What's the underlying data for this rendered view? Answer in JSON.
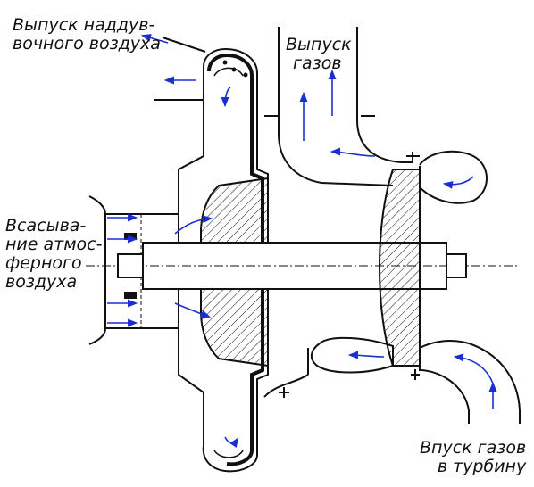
{
  "labels": {
    "charge_air_outlet": [
      "Выпуск наддув-",
      "вочного воздуха"
    ],
    "exhaust_outlet": [
      "Выпуск",
      "газов"
    ],
    "atmospheric_intake": [
      "Всасыва-",
      "ние атмос-",
      "ферного",
      "воздуха"
    ],
    "turbine_gas_inlet": [
      "Впуск газов",
      "в турбину"
    ]
  },
  "colors": {
    "line": "#111111",
    "arrow": "#1a2fd0",
    "background": "#ffffff"
  }
}
